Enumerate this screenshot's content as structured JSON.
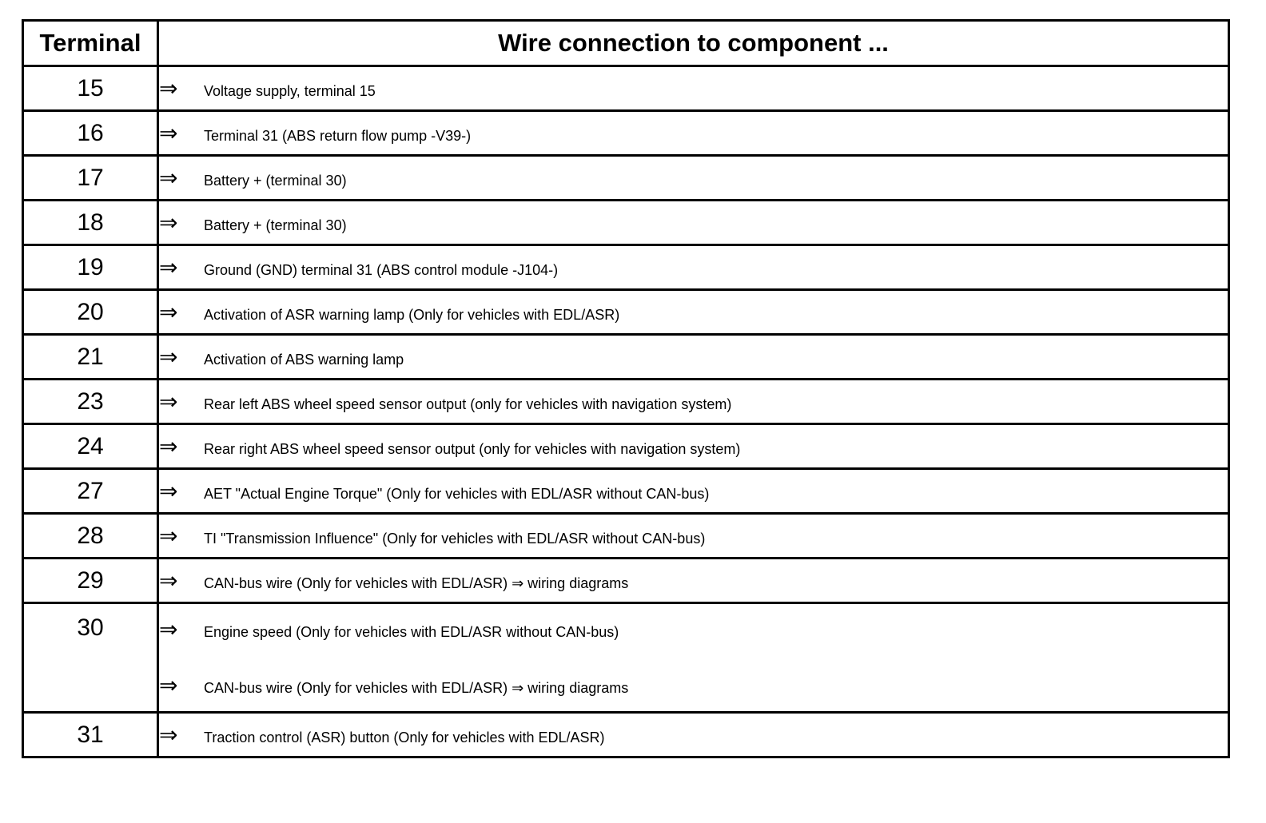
{
  "table": {
    "headers": {
      "terminal": "Terminal",
      "description": "Wire connection to component ..."
    },
    "arrow_glyph": "⇒",
    "rows": [
      {
        "terminal": "15",
        "lines": [
          "Voltage supply, terminal 15"
        ]
      },
      {
        "terminal": "16",
        "lines": [
          "Terminal 31 (ABS return flow pump -V39-)"
        ]
      },
      {
        "terminal": "17",
        "lines": [
          "Battery + (terminal 30)"
        ]
      },
      {
        "terminal": "18",
        "lines": [
          "Battery + (terminal 30)"
        ]
      },
      {
        "terminal": "19",
        "lines": [
          "Ground (GND) terminal 31 (ABS control module -J104-)"
        ]
      },
      {
        "terminal": "20",
        "lines": [
          "Activation of ASR warning lamp (Only for vehicles with EDL/ASR)"
        ]
      },
      {
        "terminal": "21",
        "lines": [
          "Activation of ABS warning lamp"
        ]
      },
      {
        "terminal": "23",
        "lines": [
          "Rear left ABS wheel speed sensor output (only for vehicles with navigation system)"
        ]
      },
      {
        "terminal": "24",
        "lines": [
          "Rear right ABS wheel speed sensor output (only for vehicles with navigation system)"
        ]
      },
      {
        "terminal": "27",
        "lines": [
          "AET \"Actual Engine Torque\" (Only for vehicles with EDL/ASR without CAN-bus)"
        ]
      },
      {
        "terminal": "28",
        "lines": [
          "TI \"Transmission Influence\" (Only for vehicles with EDL/ASR without CAN-bus)"
        ]
      },
      {
        "terminal": "29",
        "lines": [
          "CAN-bus wire (Only for vehicles with EDL/ASR) ⇒ wiring diagrams"
        ]
      },
      {
        "terminal": "30",
        "lines": [
          "Engine speed (Only for vehicles with EDL/ASR without CAN-bus)",
          "CAN-bus wire (Only for vehicles with EDL/ASR) ⇒ wiring diagrams"
        ]
      },
      {
        "terminal": "31",
        "lines": [
          "Traction control (ASR) button (Only for vehicles with EDL/ASR)"
        ]
      }
    ]
  },
  "colors": {
    "border": "#000000",
    "text": "#000000",
    "background": "#ffffff"
  }
}
